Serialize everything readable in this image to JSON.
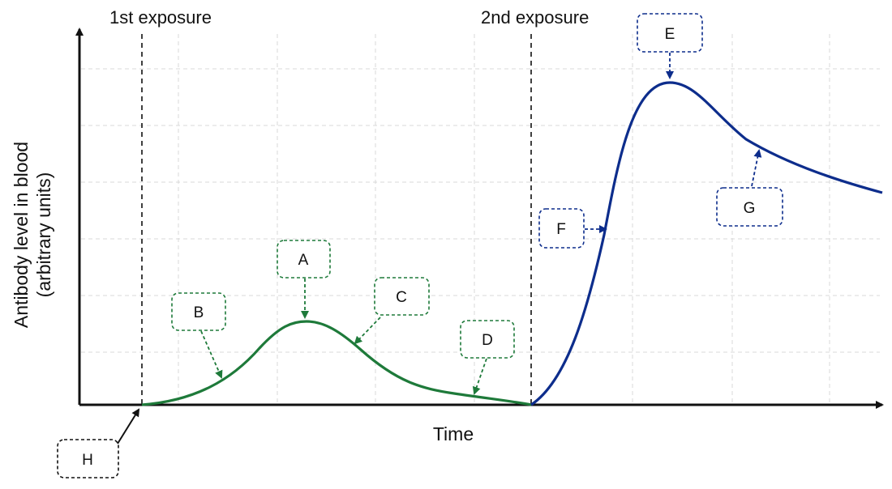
{
  "labels": {
    "first_exposure": "1st exposure",
    "second_exposure": "2nd exposure",
    "x_axis": "Time",
    "y_axis_line1": "Antibody level in blood",
    "y_axis_line2": "(arbitrary units)"
  },
  "callouts": {
    "A": "A",
    "B": "B",
    "C": "C",
    "D": "D",
    "E": "E",
    "F": "F",
    "G": "G",
    "H": "H"
  },
  "colors": {
    "primary_response": "#1e7a3a",
    "secondary_response": "#0d2d8c",
    "neutral": "#111111"
  }
}
